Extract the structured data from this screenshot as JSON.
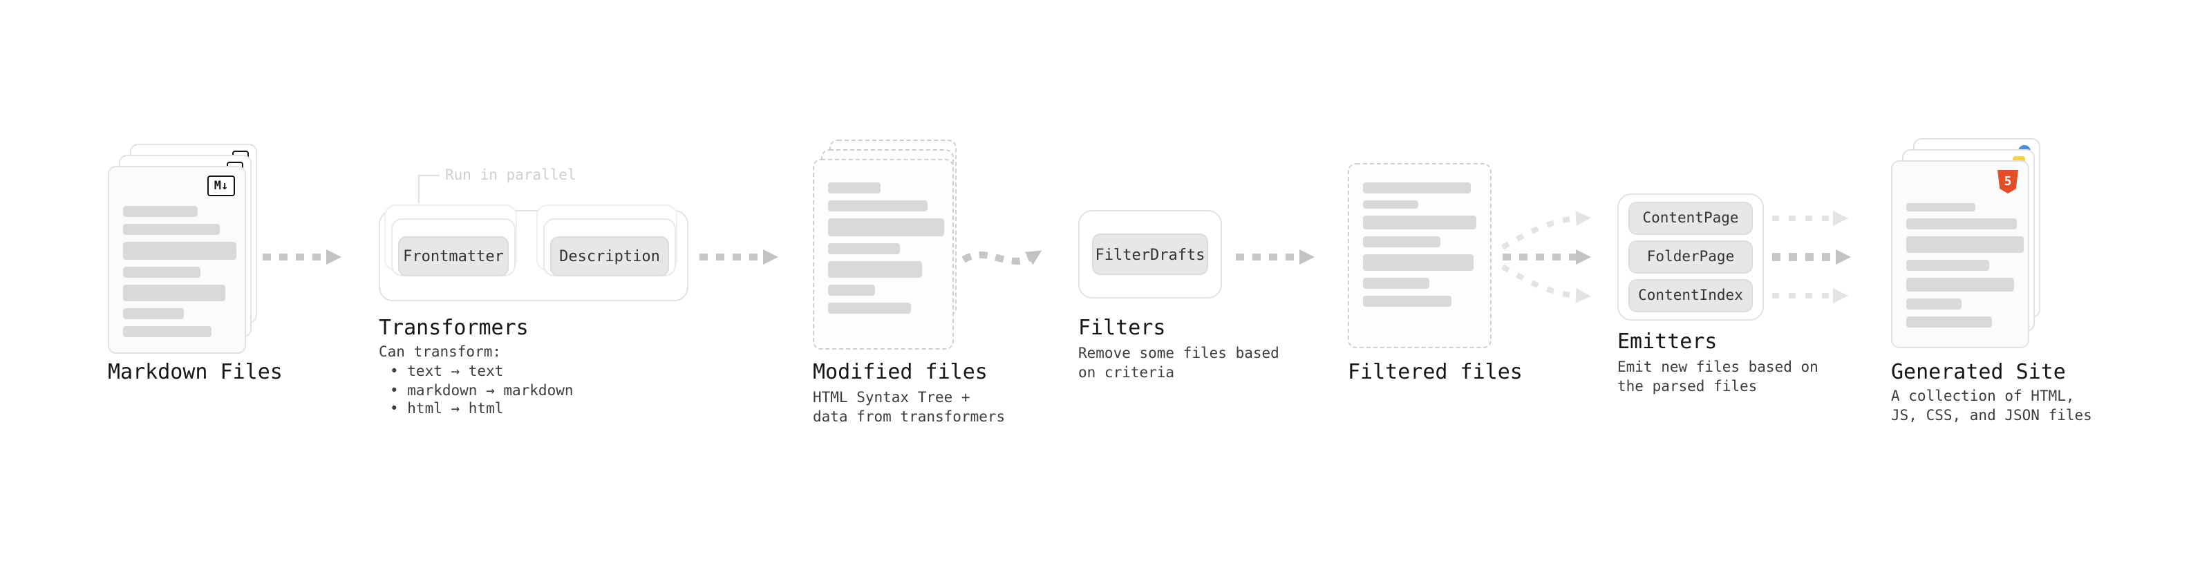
{
  "markdown_files": {
    "title": "Markdown Files",
    "badge": "M↓"
  },
  "transformers": {
    "annotation": "Run in parallel",
    "pills": [
      "Frontmatter",
      "Description"
    ],
    "title": "Transformers",
    "desc_heading": "Can transform:",
    "bullets": [
      "• text → text",
      "• markdown → markdown",
      "• html → html"
    ]
  },
  "modified_files": {
    "title": "Modified files",
    "desc": [
      "HTML Syntax Tree +",
      "data from transformers"
    ]
  },
  "filters": {
    "title": "Filters",
    "pills": [
      "FilterDrafts"
    ],
    "desc": [
      "Remove some files based",
      "on criteria"
    ]
  },
  "filtered_files": {
    "title": "Filtered files"
  },
  "emitters": {
    "title": "Emitters",
    "pills": [
      "ContentPage",
      "FolderPage",
      "ContentIndex"
    ],
    "desc": [
      "Emit new files based on",
      "the parsed files"
    ]
  },
  "generated_site": {
    "title": "Generated Site",
    "badge": "5",
    "desc": [
      "A collection of HTML,",
      "JS, CSS, and JSON files"
    ]
  },
  "colors": {
    "arrow": "#c6c6c6",
    "arrow_light": "#e3e3e3",
    "card_border": "#e2e2e2",
    "text_bar": "#d9d9d9",
    "pill_bg": "#e7e7e7",
    "annotation": "#cfcfcf",
    "html5_orange": "#e44d26",
    "js_yellow": "#f5d53a",
    "json_blue": "#4a8fe2"
  }
}
